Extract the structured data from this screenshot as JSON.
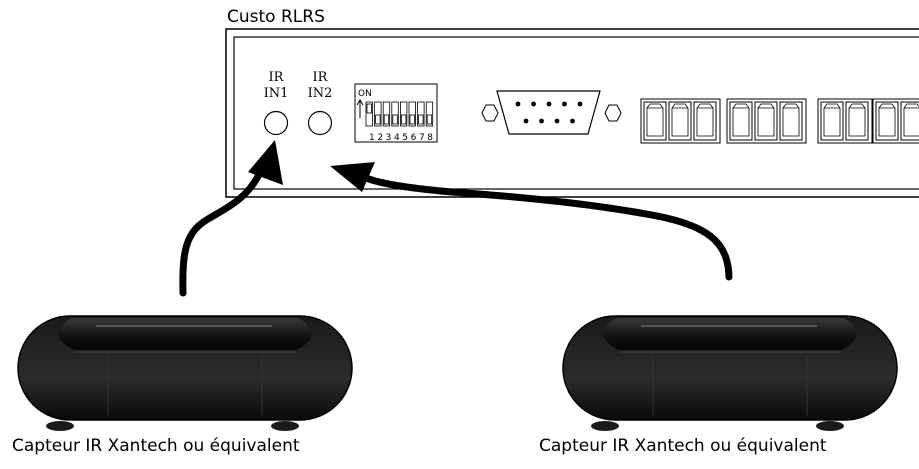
{
  "device": {
    "title": "Custo RLRS",
    "ports": [
      {
        "label_top": "IR",
        "label_bottom": "IN1"
      },
      {
        "label_top": "IR",
        "label_bottom": "IN2"
      }
    ],
    "dip_switch": {
      "on_label": "ON",
      "numbers": "1 2 3 4 5 6 7 8"
    }
  },
  "sensors": [
    {
      "caption": "Capteur IR Xantech ou équivalent"
    },
    {
      "caption": "Capteur IR Xantech ou équivalent"
    }
  ]
}
